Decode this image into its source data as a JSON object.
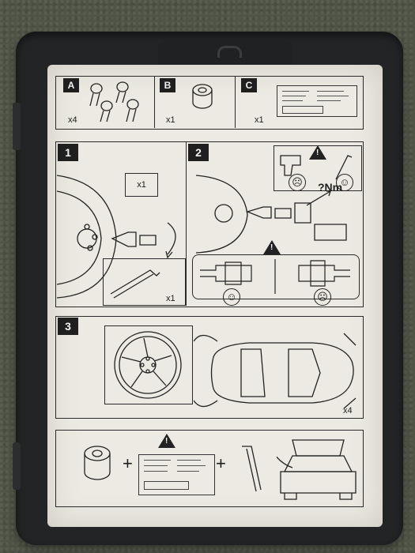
{
  "sheet": {
    "parts": [
      {
        "label": "A",
        "qty": "x4"
      },
      {
        "label": "B",
        "qty": "x1"
      },
      {
        "label": "C",
        "qty": "x1"
      }
    ],
    "steps": [
      {
        "number": "1",
        "qty_top": "x1",
        "qty_bottom": "x1"
      },
      {
        "number": "2",
        "torque_label": "?Nm"
      },
      {
        "number": "3",
        "qty": "x4"
      }
    ],
    "warning_symbol": "!",
    "plus_symbol": "+",
    "good_face": "☺",
    "bad_face": "☹"
  }
}
